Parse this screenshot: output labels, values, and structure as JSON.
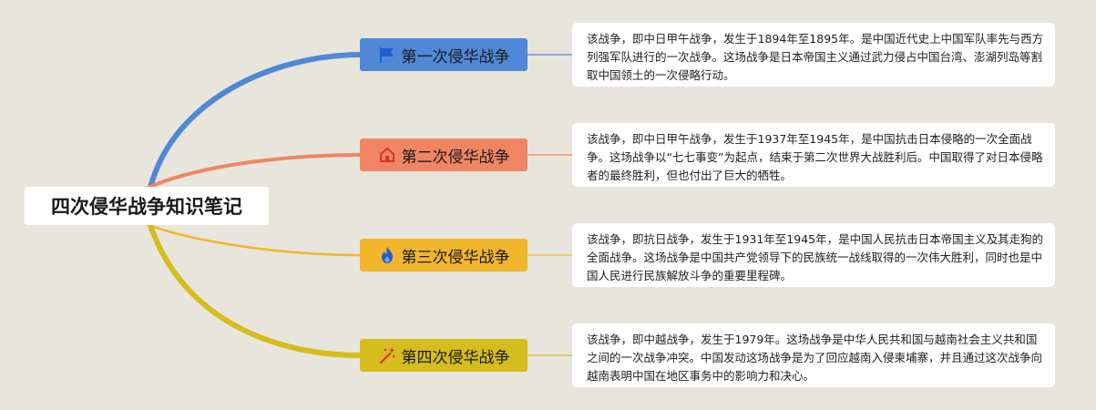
{
  "root": {
    "title": "四次侵华战争知识笔记"
  },
  "branches": [
    {
      "label": "第一次侵华战争",
      "color": "#4f88d6",
      "icon": "flag-icon",
      "note": "该战争，即中日甲午战争，发生于1894年至1895年。是中国近代史上中国军队率先与西方列强军队进行的一次战争。这场战争是日本帝国主义通过武力侵占中国台湾、澎湖列岛等割取中国领土的一次侵略行动。"
    },
    {
      "label": "第二次侵华战争",
      "color": "#f08564",
      "icon": "house-icon",
      "note": "该战争，即中日甲午战争，发生于1937年至1945年，是中国抗击日本侵略的一次全面战争。这场战争以“七七事变”为起点，结束于第二次世界大战胜利后。中国取得了对日本侵略者的最终胜利，但也付出了巨大的牺牲。"
    },
    {
      "label": "第三次侵华战争",
      "color": "#f2b62c",
      "icon": "flame-icon",
      "note": "该战争，即抗日战争，发生于1931年至1945年，是中国人民抗击日本帝国主义及其走狗的全面战争。这场战争是中国共产党领导下的民族统一战线取得的一次伟大胜利，同时也是中国人民进行民族解放斗争的重要里程碑。"
    },
    {
      "label": "第四次侵华战争",
      "color": "#d4bd1c",
      "icon": "magic-wand-icon",
      "note": "该战争，即中越战争，发生于1979年。这场战争是中华人民共和国与越南社会主义共和国之间的一次战争冲突。中国发动这场战争是为了回应越南入侵柬埔寨，并且通过这次战争向越南表明中国在地区事务中的影响力和决心。"
    }
  ]
}
